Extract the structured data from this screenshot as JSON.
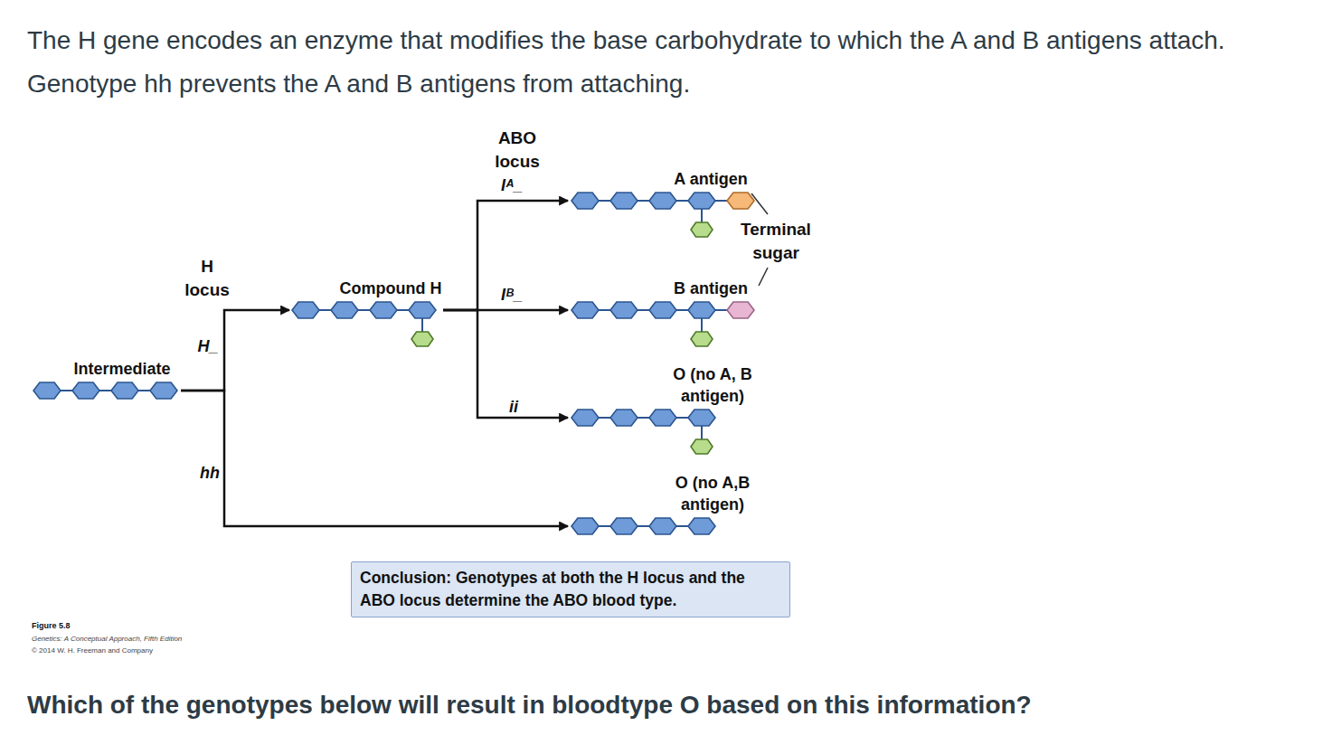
{
  "diagram": {
    "title": "The H gene encodes an enzyme that modifies the base carbohydrate to which the A and B antigens attach.  Genotype hh prevents the A and B antigens from attaching.",
    "caption": "Which of the genotypes below will result in bloodtype O based on this information?",
    "nodes": [
      {
        "text": [
          "Intermediate"
        ]
      },
      {
        "text": [
          "Compound H"
        ]
      },
      {
        "text": [
          "A antigen"
        ]
      },
      {
        "text": [
          "B antigen"
        ]
      },
      {
        "text": [
          "O (no A, B antigen)"
        ]
      },
      {
        "text": [
          "O (no A,B antigen)"
        ]
      },
      {
        "text": [
          "Conclusion: Genotypes at both the H locus and the ABO locus determine the ABO blood type."
        ]
      }
    ],
    "edges": [
      {
        "from": 0,
        "to": 1,
        "label": "H_",
        "arrow": "to"
      },
      {
        "from": 0,
        "to": 5,
        "label": "hh",
        "arrow": "to"
      },
      {
        "from": 1,
        "to": 2,
        "label": "Iᴬ_",
        "arrow": "to"
      },
      {
        "from": 1,
        "to": 3,
        "label": "Iᴮ_",
        "arrow": "to"
      },
      {
        "from": 1,
        "to": 4,
        "label": "ii",
        "arrow": "to"
      }
    ],
    "labels": [
      "ABO locus",
      "H locus",
      "Terminal sugar",
      "Figure 5.8",
      "Genetics: A Conceptual Approach, Fifth Edition",
      "© 2014 W. H. Freeman and Company"
    ]
  }
}
